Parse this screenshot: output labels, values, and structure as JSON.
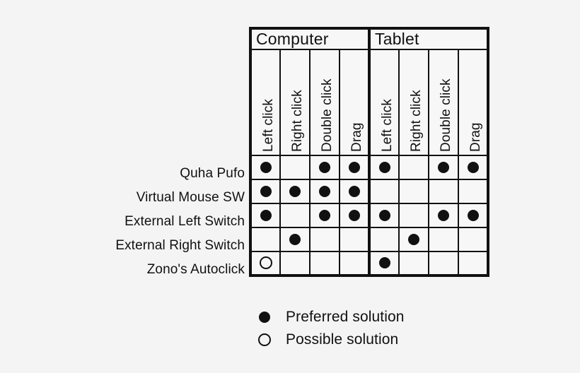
{
  "figure": {
    "title": "",
    "background_color": "#f4f4f4",
    "ink_color": "#111111"
  },
  "chart_data": {
    "type": "table",
    "title": "",
    "xlabel": "",
    "ylabel": "",
    "legend_position": "below",
    "grid": true,
    "groups": [
      {
        "label": "Computer",
        "span": 4
      },
      {
        "label": "Tablet",
        "span": 4
      }
    ],
    "columns": [
      "Left click",
      "Right click",
      "Double click",
      "Drag",
      "Left click",
      "Right click",
      "Double click",
      "Drag"
    ],
    "categories": [
      "Quha Pufo",
      "Virtual Mouse SW",
      "External Left Switch",
      "External Right Switch",
      "Zono's Autoclick"
    ],
    "marker_values": {
      "preferred": "●",
      "possible": "○",
      "none": ""
    },
    "rows": [
      {
        "label": "Quha Pufo",
        "cells": [
          "preferred",
          "none",
          "preferred",
          "preferred",
          "preferred",
          "none",
          "preferred",
          "preferred"
        ]
      },
      {
        "label": "Virtual Mouse SW",
        "cells": [
          "preferred",
          "preferred",
          "preferred",
          "preferred",
          "none",
          "none",
          "none",
          "none"
        ]
      },
      {
        "label": "External Left Switch",
        "cells": [
          "preferred",
          "none",
          "preferred",
          "preferred",
          "preferred",
          "none",
          "preferred",
          "preferred"
        ]
      },
      {
        "label": "External Right Switch",
        "cells": [
          "none",
          "preferred",
          "none",
          "none",
          "none",
          "preferred",
          "none",
          "none"
        ]
      },
      {
        "label": "Zono's Autoclick",
        "cells": [
          "possible",
          "none",
          "none",
          "none",
          "preferred",
          "none",
          "none",
          "none"
        ]
      }
    ],
    "legend": [
      {
        "marker": "preferred",
        "label": "Preferred solution"
      },
      {
        "marker": "possible",
        "label": "Possible solution"
      }
    ]
  }
}
